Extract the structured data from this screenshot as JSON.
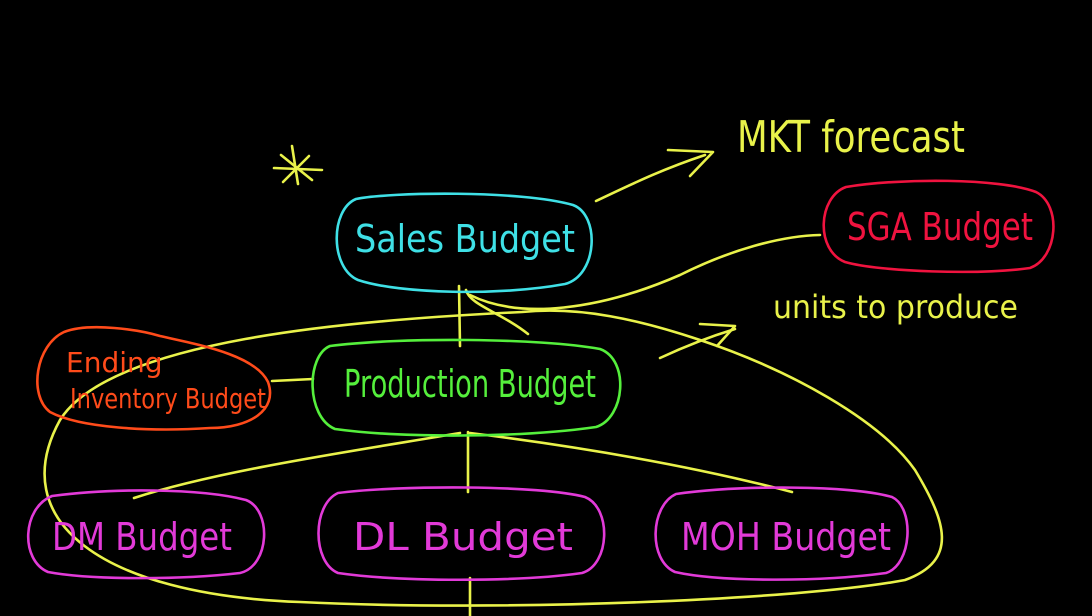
{
  "colors": {
    "background": "#000000",
    "yellow": "#e9f24a",
    "cyan": "#3fe0e6",
    "green": "#55ef3c",
    "red": "#f0133f",
    "orange": "#ff4b1a",
    "magenta": "#e23ad8"
  },
  "nodes": {
    "sales": "Sales Budget",
    "production": "Production Budget",
    "ending_inventory_line1": "Ending",
    "ending_inventory_line2": "Inventory Budget",
    "sga": "SGA Budget",
    "dm": "DM Budget",
    "dl": "DL Budget",
    "moh": "MOH Budget"
  },
  "annotations": {
    "marketing": "MKT forecast",
    "units": "units to produce",
    "asterisk": "*"
  }
}
